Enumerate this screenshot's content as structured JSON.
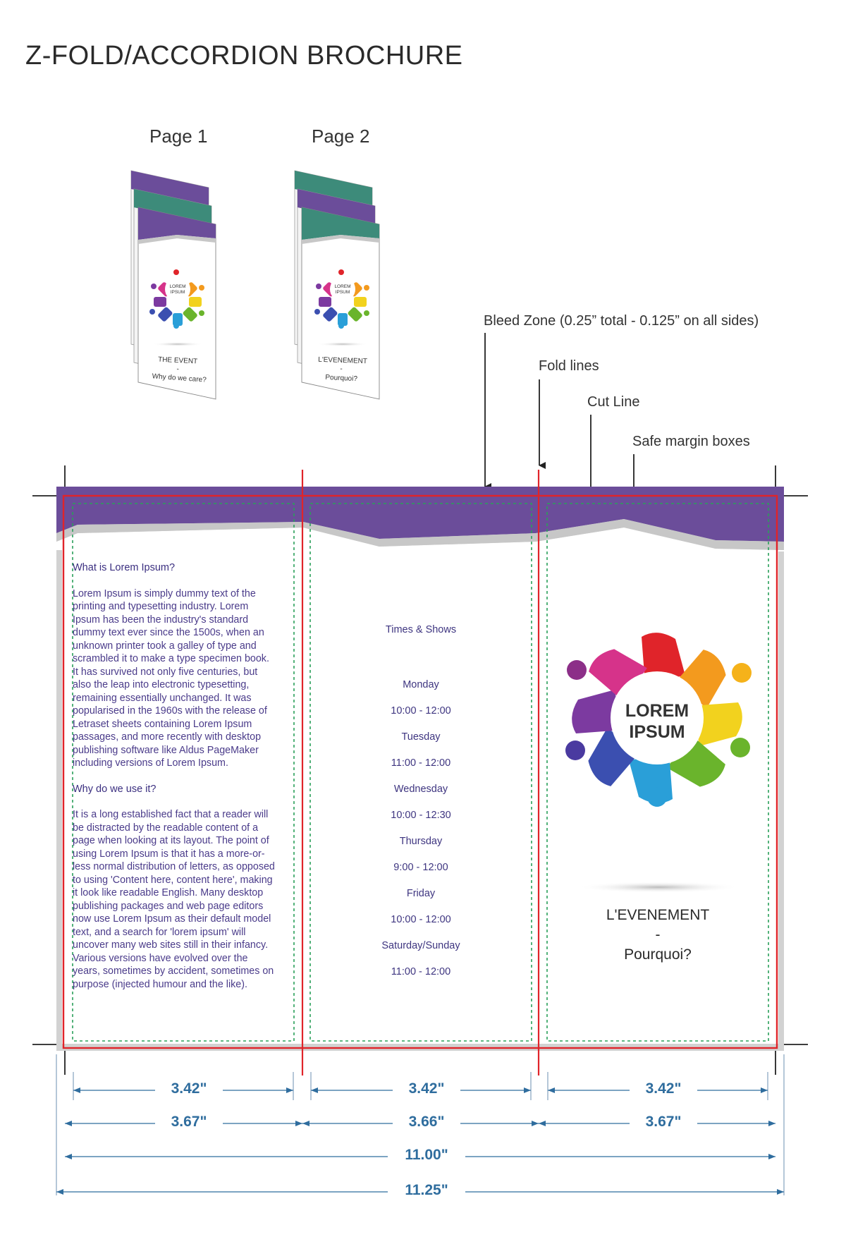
{
  "title": "Z-FOLD/ACCORDION BROCHURE",
  "page_labels": [
    "Page 1",
    "Page 2"
  ],
  "annotations": {
    "bleed": "Bleed Zone (0.25” total - 0.125” on all sides)",
    "fold": "Fold lines",
    "cut": "Cut Line",
    "safe": "Safe margin boxes"
  },
  "thumbs": {
    "page1": {
      "logo": [
        "LOREM",
        "IPSUM"
      ],
      "line1": "THE EVENT",
      "dash": "-",
      "line2": "Why do we care?"
    },
    "page2": {
      "logo": [
        "LOREM",
        "IPSUM"
      ],
      "line1": "L'EVENEMENT",
      "dash": "-",
      "line2": "Pourquoi?"
    }
  },
  "left_panel": {
    "heading1": "What is Lorem Ipsum?",
    "para1": "Lorem Ipsum is simply dummy text of the printing and typesetting industry. Lorem Ipsum has been the industry's standard dummy text ever since the 1500s, when an unknown printer took a galley of type and scrambled it to make a type specimen book. It has survived not only five centuries, but also the leap into electronic typesetting, remaining essentially unchanged. It was popularised in the 1960s with the release of Letraset sheets containing Lorem Ipsum passages, and more recently with desktop publishing software like Aldus PageMaker including versions of Lorem Ipsum.",
    "heading2": "Why do we use it?",
    "para2": "It is a long established fact that a reader will be distracted by the readable content of a page when looking at its layout. The point of using Lorem Ipsum is that it has a more-or-less normal distribution of letters, as opposed to using 'Content here, content here', making it look like readable English. Many desktop publishing packages and web page editors now use Lorem Ipsum as their default model text, and a search for 'lorem ipsum' will uncover many web sites still in their infancy. Various versions have evolved over the years, sometimes by accident, sometimes on purpose (injected humour and the like)."
  },
  "middle_panel": {
    "heading": "Times & Shows",
    "schedule": [
      "Monday",
      "10:00 - 12:00",
      "Tuesday",
      "11:00 - 12:00",
      "Wednesday",
      "10:00 - 12:30",
      "Thursday",
      "9:00 - 12:00",
      "Friday",
      "10:00 - 12:00",
      "Saturday/Sunday",
      "11:00 - 12:00"
    ]
  },
  "right_panel": {
    "logo": [
      "LOREM",
      "IPSUM"
    ],
    "line1": "L'EVENEMENT",
    "dash": "-",
    "line2": "Pourquoi?"
  },
  "dimensions": {
    "safe": [
      "3.42\"",
      "3.42\"",
      "3.42\""
    ],
    "panels": [
      "3.67\"",
      "3.66\"",
      "3.67\""
    ],
    "trim": "11.00\"",
    "bleed": "11.25\""
  },
  "colors": {
    "purple": "#6b4d9a",
    "teal": "#3d8b7a",
    "cut_red": "#e0242a",
    "safe_green": "#2aa05a",
    "dim_blue": "#2f6d9e"
  }
}
